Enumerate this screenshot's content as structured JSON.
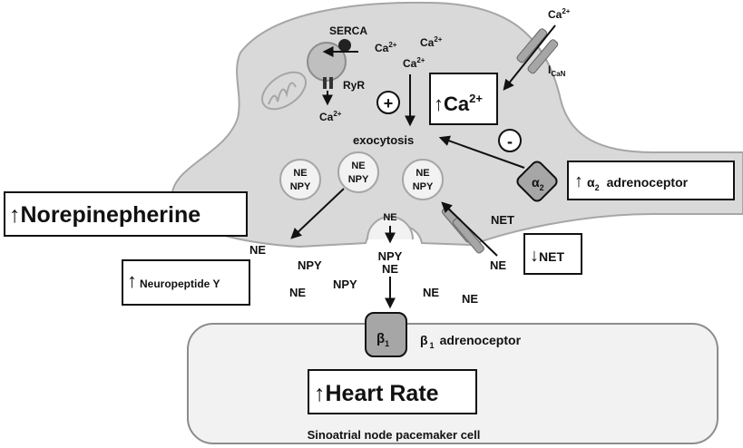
{
  "neuron": {
    "serca": "SERCA",
    "ryr": "RyR",
    "ca": "Ca",
    "ca_sup": "2+",
    "plus": "+",
    "minus": "-",
    "exocytosis": "exocytosis",
    "i_can_main": "I",
    "i_can_sub": "CaN",
    "net": "NET",
    "alpha2_main": "α",
    "alpha2_sub": "2"
  },
  "vesicles": [
    {
      "line1": "NE",
      "line2": "NPY"
    },
    {
      "line1": "NE",
      "line2": "NPY"
    },
    {
      "line1": "NE",
      "line2": "NPY"
    }
  ],
  "release": {
    "vesicle_ne": "NE",
    "npy": "NPY",
    "ne": "NE"
  },
  "cleft": {
    "ne_1": "NE",
    "npy_1": "NPY",
    "ne_2": "NE",
    "npy_2": "NPY",
    "ne_3": "NE",
    "ne_4": "NE",
    "ne_net": "NE"
  },
  "boxes": {
    "up_arrow": "↑",
    "down_arrow": "↓",
    "ca_box_ca": "Ca",
    "ca_box_sup": "2+",
    "alpha2_box_main": "α",
    "alpha2_box_sub": "2",
    "alpha2_box_text": "adrenoceptor",
    "norepinephrine": "Norepinepherine",
    "neuropeptide": "Neuropeptide Y",
    "net": "NET",
    "heart_rate": "Heart Rate"
  },
  "pacemaker": {
    "beta1_main": "β",
    "beta1_sub": "1",
    "beta1_label_main": "β",
    "beta1_label_sub": "1",
    "beta1_label_text": "adrenoceptor",
    "cell_label": "Sinoatrial node pacemaker cell"
  },
  "colors": {
    "neuron_fill": "#d9d9d9",
    "neuron_stroke": "#a6a6a6",
    "receptor_fill": "#a6a6a6",
    "vesicle_fill": "#f2f2f2",
    "cell_fill": "#f2f2f2",
    "ink": "#111111"
  }
}
